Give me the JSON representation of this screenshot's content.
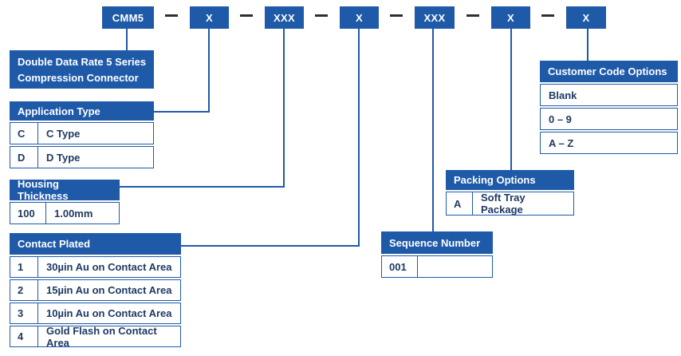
{
  "part_number": {
    "segments": [
      "CMM5",
      "X",
      "XXX",
      "X",
      "XXX",
      "X",
      "X"
    ],
    "separator": "–"
  },
  "description_box": {
    "line1": "Double Data Rate 5 Series",
    "line2": "Compression Connector"
  },
  "tables": {
    "application_type": {
      "title": "Application Type",
      "rows": [
        {
          "code": "C",
          "desc": "C Type"
        },
        {
          "code": "D",
          "desc": "D Type"
        }
      ]
    },
    "housing_thickness": {
      "title": "Housing Thickness",
      "rows": [
        {
          "code": "100",
          "desc": "1.00mm"
        }
      ]
    },
    "contact_plated": {
      "title": "Contact Plated",
      "rows": [
        {
          "code": "1",
          "desc": "30µin Au on Contact Area"
        },
        {
          "code": "2",
          "desc": "15µin Au on Contact Area"
        },
        {
          "code": "3",
          "desc": "10µin Au on Contact Area"
        },
        {
          "code": "4",
          "desc": "Gold Flash on Contact Area"
        }
      ]
    },
    "sequence_number": {
      "title": "Sequence Number",
      "rows": [
        {
          "code": "001",
          "desc": ""
        }
      ]
    },
    "packing_options": {
      "title": "Packing Options",
      "rows": [
        {
          "code": "A",
          "desc": "Soft Tray Package"
        }
      ]
    },
    "customer_code_options": {
      "title": "Customer Code Options",
      "rows": [
        {
          "label": "Blank"
        },
        {
          "label": "0 – 9"
        },
        {
          "label": "A – Z"
        }
      ]
    }
  },
  "colors": {
    "primary_blue": "#1f5aa9",
    "text_navy": "#1e3a63",
    "dash_gray": "#2f2f2f"
  }
}
